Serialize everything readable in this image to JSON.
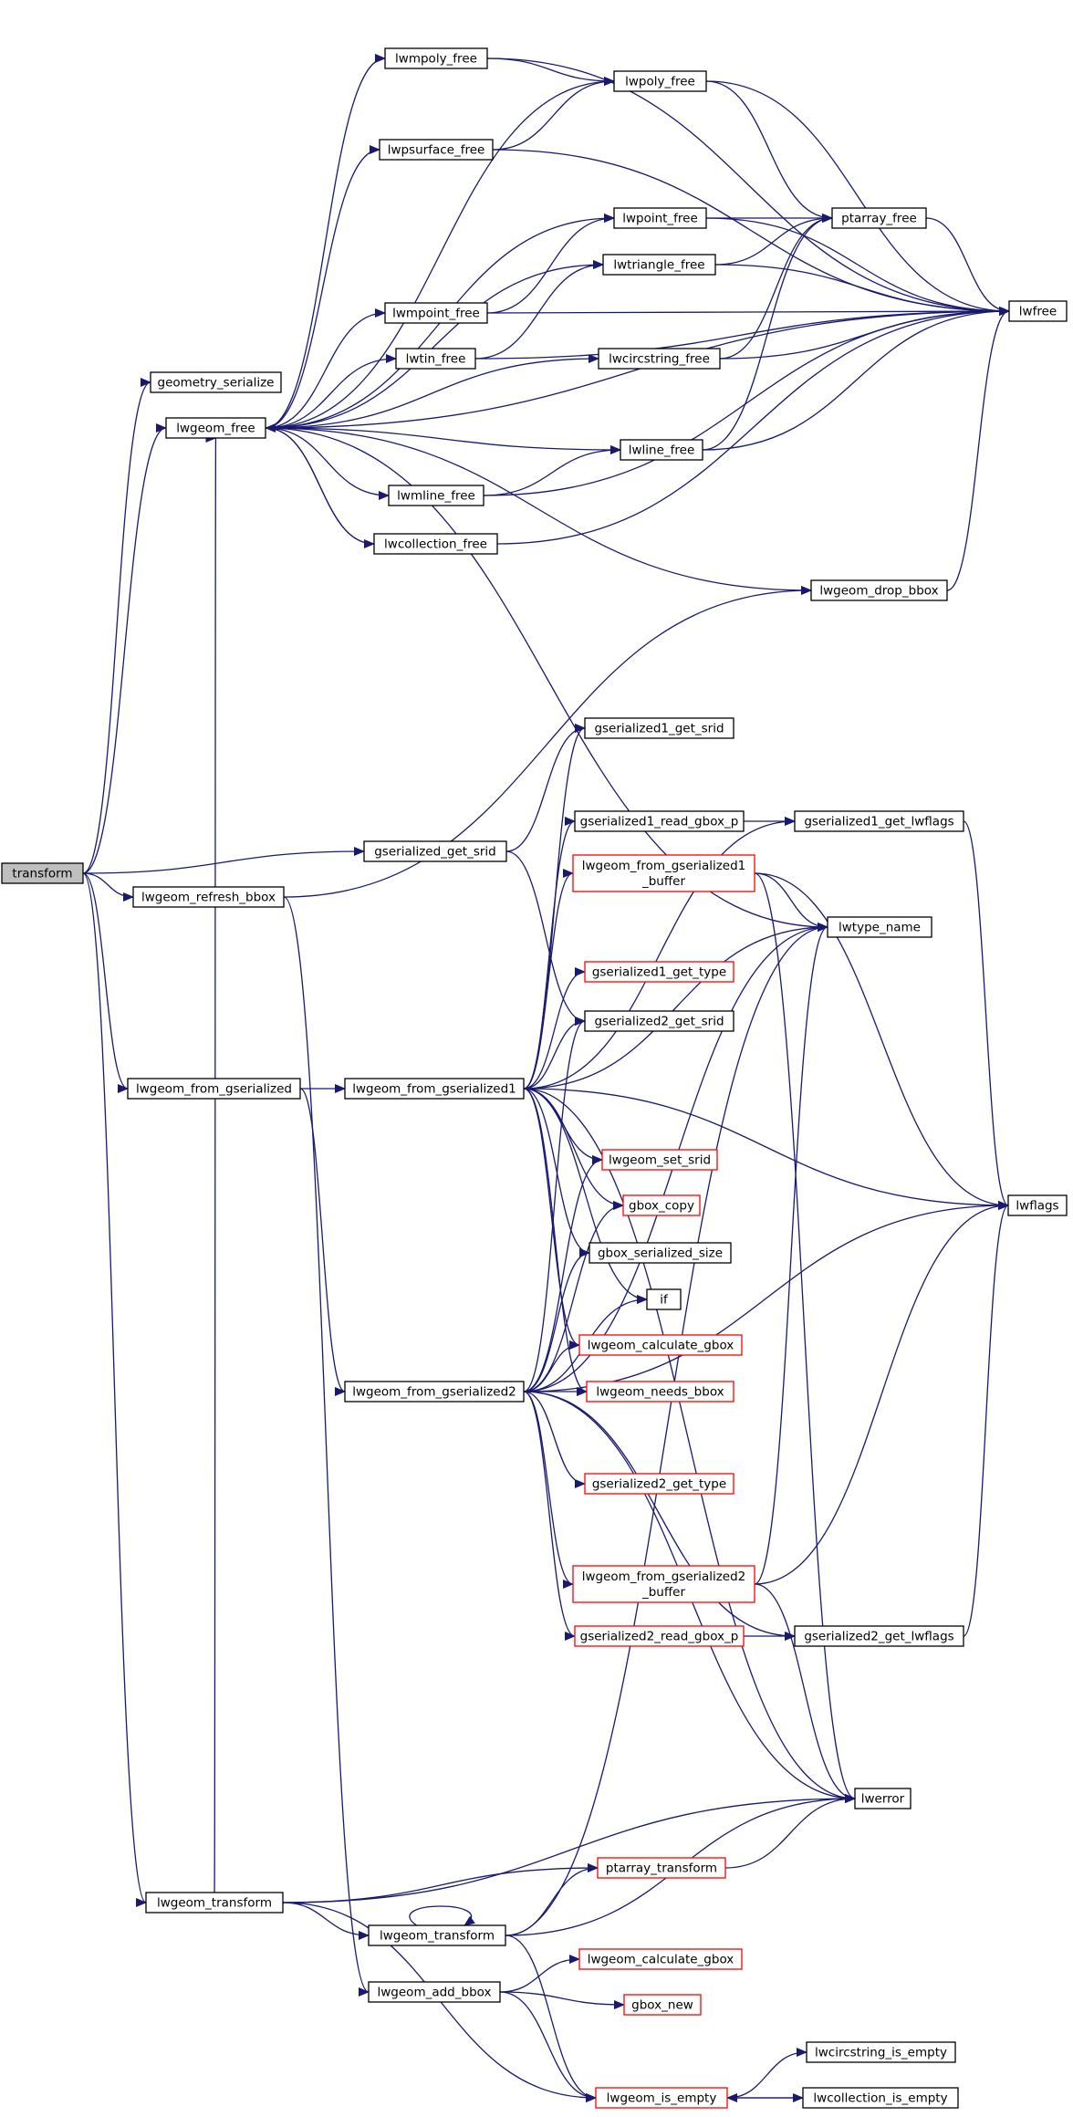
{
  "nodes": [
    {
      "id": "transform",
      "lines": [
        "transform"
      ],
      "fill": "#bfbfbf",
      "stroke": "#000000"
    },
    {
      "id": "geometry_serialize",
      "lines": [
        "geometry_serialize"
      ],
      "fill": "#ffffff",
      "stroke": "#000000"
    },
    {
      "id": "lwgeom_free",
      "lines": [
        "lwgeom_free"
      ],
      "fill": "#ffffff",
      "stroke": "#000000"
    },
    {
      "id": "lwmpoly_free",
      "lines": [
        "lwmpoly_free"
      ],
      "fill": "#ffffff",
      "stroke": "#000000"
    },
    {
      "id": "lwpoly_free",
      "lines": [
        "lwpoly_free"
      ],
      "fill": "#ffffff",
      "stroke": "#000000"
    },
    {
      "id": "lwpsurface_free",
      "lines": [
        "lwpsurface_free"
      ],
      "fill": "#ffffff",
      "stroke": "#000000"
    },
    {
      "id": "lwpoint_free",
      "lines": [
        "lwpoint_free"
      ],
      "fill": "#ffffff",
      "stroke": "#000000"
    },
    {
      "id": "ptarray_free",
      "lines": [
        "ptarray_free"
      ],
      "fill": "#ffffff",
      "stroke": "#000000"
    },
    {
      "id": "lwtriangle_free",
      "lines": [
        "lwtriangle_free"
      ],
      "fill": "#ffffff",
      "stroke": "#000000"
    },
    {
      "id": "lwmpoint_free",
      "lines": [
        "lwmpoint_free"
      ],
      "fill": "#ffffff",
      "stroke": "#000000"
    },
    {
      "id": "lwfree",
      "lines": [
        "lwfree"
      ],
      "fill": "#ffffff",
      "stroke": "#000000"
    },
    {
      "id": "lwtin_free",
      "lines": [
        "lwtin_free"
      ],
      "fill": "#ffffff",
      "stroke": "#000000"
    },
    {
      "id": "lwcircstring_free",
      "lines": [
        "lwcircstring_free"
      ],
      "fill": "#ffffff",
      "stroke": "#000000"
    },
    {
      "id": "lwline_free",
      "lines": [
        "lwline_free"
      ],
      "fill": "#ffffff",
      "stroke": "#000000"
    },
    {
      "id": "lwmline_free",
      "lines": [
        "lwmline_free"
      ],
      "fill": "#ffffff",
      "stroke": "#000000"
    },
    {
      "id": "lwcollection_free",
      "lines": [
        "lwcollection_free"
      ],
      "fill": "#ffffff",
      "stroke": "#000000"
    },
    {
      "id": "lwgeom_drop_bbox",
      "lines": [
        "lwgeom_drop_bbox"
      ],
      "fill": "#ffffff",
      "stroke": "#000000"
    },
    {
      "id": "gserialized1_get_srid",
      "lines": [
        "gserialized1_get_srid"
      ],
      "fill": "#ffffff",
      "stroke": "#000000"
    },
    {
      "id": "gserialized1_read_gbox_p",
      "lines": [
        "gserialized1_read_gbox_p"
      ],
      "fill": "#ffffff",
      "stroke": "#000000"
    },
    {
      "id": "gserialized1_get_lwflags",
      "lines": [
        "gserialized1_get_lwflags"
      ],
      "fill": "#ffffff",
      "stroke": "#000000"
    },
    {
      "id": "gserialized_get_srid",
      "lines": [
        "gserialized_get_srid"
      ],
      "fill": "#ffffff",
      "stroke": "#000000"
    },
    {
      "id": "lwgeom_refresh_bbox",
      "lines": [
        "lwgeom_refresh_bbox"
      ],
      "fill": "#ffffff",
      "stroke": "#000000"
    },
    {
      "id": "lwgeom_from_gserialized1_buffer",
      "lines": [
        "lwgeom_from_gserialized1",
        "_buffer"
      ],
      "fill": "#ffffff",
      "stroke": "#ff0000"
    },
    {
      "id": "lwtype_name",
      "lines": [
        "lwtype_name"
      ],
      "fill": "#ffffff",
      "stroke": "#000000"
    },
    {
      "id": "gserialized1_get_type",
      "lines": [
        "gserialized1_get_type"
      ],
      "fill": "#ffffff",
      "stroke": "#ff0000"
    },
    {
      "id": "gserialized2_get_srid",
      "lines": [
        "gserialized2_get_srid"
      ],
      "fill": "#ffffff",
      "stroke": "#000000"
    },
    {
      "id": "lwgeom_from_gserialized",
      "lines": [
        "lwgeom_from_gserialized"
      ],
      "fill": "#ffffff",
      "stroke": "#000000"
    },
    {
      "id": "lwgeom_from_gserialized1",
      "lines": [
        "lwgeom_from_gserialized1"
      ],
      "fill": "#ffffff",
      "stroke": "#000000"
    },
    {
      "id": "lwgeom_set_srid",
      "lines": [
        "lwgeom_set_srid"
      ],
      "fill": "#ffffff",
      "stroke": "#ff0000"
    },
    {
      "id": "lwflags",
      "lines": [
        "lwflags"
      ],
      "fill": "#ffffff",
      "stroke": "#000000"
    },
    {
      "id": "gbox_copy",
      "lines": [
        "gbox_copy"
      ],
      "fill": "#ffffff",
      "stroke": "#ff0000"
    },
    {
      "id": "gbox_serialized_size",
      "lines": [
        "gbox_serialized_size"
      ],
      "fill": "#ffffff",
      "stroke": "#000000"
    },
    {
      "id": "if",
      "lines": [
        "if"
      ],
      "fill": "#ffffff",
      "stroke": "#000000"
    },
    {
      "id": "lwgeom_calculate_gbox_a",
      "lines": [
        "lwgeom_calculate_gbox"
      ],
      "fill": "#ffffff",
      "stroke": "#ff0000"
    },
    {
      "id": "lwgeom_from_gserialized2",
      "lines": [
        "lwgeom_from_gserialized2"
      ],
      "fill": "#ffffff",
      "stroke": "#000000"
    },
    {
      "id": "lwgeom_needs_bbox",
      "lines": [
        "lwgeom_needs_bbox"
      ],
      "fill": "#ffffff",
      "stroke": "#ff0000"
    },
    {
      "id": "gserialized2_get_type",
      "lines": [
        "gserialized2_get_type"
      ],
      "fill": "#ffffff",
      "stroke": "#ff0000"
    },
    {
      "id": "lwgeom_from_gserialized2_buffer",
      "lines": [
        "lwgeom_from_gserialized2",
        "_buffer"
      ],
      "fill": "#ffffff",
      "stroke": "#ff0000"
    },
    {
      "id": "gserialized2_read_gbox_p",
      "lines": [
        "gserialized2_read_gbox_p"
      ],
      "fill": "#ffffff",
      "stroke": "#ff0000"
    },
    {
      "id": "gserialized2_get_lwflags",
      "lines": [
        "gserialized2_get_lwflags"
      ],
      "fill": "#ffffff",
      "stroke": "#000000"
    },
    {
      "id": "lwerror",
      "lines": [
        "lwerror"
      ],
      "fill": "#ffffff",
      "stroke": "#000000"
    },
    {
      "id": "ptarray_transform",
      "lines": [
        "ptarray_transform"
      ],
      "fill": "#ffffff",
      "stroke": "#ff0000"
    },
    {
      "id": "lwgeom_transform_outer",
      "lines": [
        "lwgeom_transform"
      ],
      "fill": "#ffffff",
      "stroke": "#000000"
    },
    {
      "id": "lwgeom_transform_inner",
      "lines": [
        "lwgeom_transform"
      ],
      "fill": "#ffffff",
      "stroke": "#000000"
    },
    {
      "id": "lwgeom_calculate_gbox_b",
      "lines": [
        "lwgeom_calculate_gbox"
      ],
      "fill": "#ffffff",
      "stroke": "#ff0000"
    },
    {
      "id": "lwgeom_add_bbox",
      "lines": [
        "lwgeom_add_bbox"
      ],
      "fill": "#ffffff",
      "stroke": "#000000"
    },
    {
      "id": "gbox_new",
      "lines": [
        "gbox_new"
      ],
      "fill": "#ffffff",
      "stroke": "#ff0000"
    },
    {
      "id": "lwcircstring_is_empty",
      "lines": [
        "lwcircstring_is_empty"
      ],
      "fill": "#ffffff",
      "stroke": "#000000"
    },
    {
      "id": "lwgeom_is_empty",
      "lines": [
        "lwgeom_is_empty"
      ],
      "fill": "#ffffff",
      "stroke": "#ff0000"
    },
    {
      "id": "lwcollection_is_empty",
      "lines": [
        "lwcollection_is_empty"
      ],
      "fill": "#ffffff",
      "stroke": "#000000"
    }
  ],
  "edges": [
    [
      "transform",
      "geometry_serialize"
    ],
    [
      "transform",
      "lwgeom_free"
    ],
    [
      "transform",
      "gserialized_get_srid"
    ],
    [
      "transform",
      "lwgeom_refresh_bbox"
    ],
    [
      "transform",
      "lwgeom_from_gserialized"
    ],
    [
      "transform",
      "lwgeom_transform_outer"
    ],
    [
      "lwgeom_free",
      "lwmpoly_free"
    ],
    [
      "lwgeom_free",
      "lwpoly_free"
    ],
    [
      "lwgeom_free",
      "lwpsurface_free"
    ],
    [
      "lwgeom_free",
      "lwpoint_free"
    ],
    [
      "lwgeom_free",
      "lwtriangle_free"
    ],
    [
      "lwgeom_free",
      "lwmpoint_free"
    ],
    [
      "lwgeom_free",
      "lwtin_free"
    ],
    [
      "lwgeom_free",
      "lwcircstring_free"
    ],
    [
      "lwgeom_free",
      "lwline_free"
    ],
    [
      "lwgeom_free",
      "lwmline_free"
    ],
    [
      "lwgeom_free",
      "lwcollection_free"
    ],
    [
      "lwgeom_free",
      "lwgeom_drop_bbox"
    ],
    [
      "lwgeom_free",
      "lwfree"
    ],
    [
      "lwgeom_free",
      "lwtype_name"
    ],
    [
      "lwmpoly_free",
      "lwpoly_free"
    ],
    [
      "lwmpoly_free",
      "lwfree"
    ],
    [
      "lwpoly_free",
      "ptarray_free"
    ],
    [
      "lwpoly_free",
      "lwfree"
    ],
    [
      "lwpsurface_free",
      "lwpoly_free"
    ],
    [
      "lwpsurface_free",
      "lwfree"
    ],
    [
      "lwpoint_free",
      "ptarray_free"
    ],
    [
      "lwpoint_free",
      "lwfree"
    ],
    [
      "lwtriangle_free",
      "ptarray_free"
    ],
    [
      "lwtriangle_free",
      "lwfree"
    ],
    [
      "lwmpoint_free",
      "lwpoint_free"
    ],
    [
      "lwmpoint_free",
      "lwfree"
    ],
    [
      "lwtin_free",
      "lwtriangle_free"
    ],
    [
      "lwtin_free",
      "lwfree"
    ],
    [
      "lwcircstring_free",
      "ptarray_free"
    ],
    [
      "lwcircstring_free",
      "lwfree"
    ],
    [
      "lwline_free",
      "ptarray_free"
    ],
    [
      "lwline_free",
      "lwfree"
    ],
    [
      "lwmline_free",
      "lwline_free"
    ],
    [
      "lwmline_free",
      "lwfree"
    ],
    [
      "lwcollection_free",
      "lwgeom_free"
    ],
    [
      "lwcollection_free",
      "lwfree"
    ],
    [
      "lwgeom_drop_bbox",
      "lwfree"
    ],
    [
      "ptarray_free",
      "lwfree"
    ],
    [
      "lwgeom_refresh_bbox",
      "lwgeom_drop_bbox"
    ],
    [
      "lwgeom_refresh_bbox",
      "lwgeom_add_bbox"
    ],
    [
      "gserialized_get_srid",
      "gserialized1_get_srid"
    ],
    [
      "gserialized_get_srid",
      "gserialized2_get_srid"
    ],
    [
      "gserialized1_read_gbox_p",
      "gserialized1_get_lwflags"
    ],
    [
      "gserialized1_get_lwflags",
      "lwflags"
    ],
    [
      "lwgeom_from_gserialized",
      "lwgeom_from_gserialized1"
    ],
    [
      "lwgeom_from_gserialized",
      "lwgeom_from_gserialized2"
    ],
    [
      "lwgeom_from_gserialized1",
      "gserialized1_get_srid"
    ],
    [
      "lwgeom_from_gserialized1",
      "gserialized1_read_gbox_p"
    ],
    [
      "lwgeom_from_gserialized1",
      "gserialized1_get_lwflags"
    ],
    [
      "lwgeom_from_gserialized1",
      "lwgeom_from_gserialized1_buffer"
    ],
    [
      "lwgeom_from_gserialized1",
      "lwtype_name"
    ],
    [
      "lwgeom_from_gserialized1",
      "gserialized1_get_type"
    ],
    [
      "lwgeom_from_gserialized1",
      "gserialized2_get_srid"
    ],
    [
      "lwgeom_from_gserialized1",
      "lwgeom_set_srid"
    ],
    [
      "lwgeom_from_gserialized1",
      "gbox_copy"
    ],
    [
      "lwgeom_from_gserialized1",
      "gbox_serialized_size"
    ],
    [
      "lwgeom_from_gserialized1",
      "if"
    ],
    [
      "lwgeom_from_gserialized1",
      "lwgeom_calculate_gbox_a"
    ],
    [
      "lwgeom_from_gserialized1",
      "lwgeom_needs_bbox"
    ],
    [
      "lwgeom_from_gserialized1",
      "lwflags"
    ],
    [
      "lwgeom_from_gserialized1",
      "lwerror"
    ],
    [
      "lwgeom_from_gserialized1_buffer",
      "lwtype_name"
    ],
    [
      "lwgeom_from_gserialized1_buffer",
      "lwflags"
    ],
    [
      "lwgeom_from_gserialized1_buffer",
      "lwerror"
    ],
    [
      "lwgeom_from_gserialized2",
      "gserialized2_get_srid"
    ],
    [
      "lwgeom_from_gserialized2",
      "lwgeom_set_srid"
    ],
    [
      "lwgeom_from_gserialized2",
      "gbox_copy"
    ],
    [
      "lwgeom_from_gserialized2",
      "gbox_serialized_size"
    ],
    [
      "lwgeom_from_gserialized2",
      "if"
    ],
    [
      "lwgeom_from_gserialized2",
      "lwgeom_calculate_gbox_a"
    ],
    [
      "lwgeom_from_gserialized2",
      "lwgeom_needs_bbox"
    ],
    [
      "lwgeom_from_gserialized2",
      "gserialized2_get_type"
    ],
    [
      "lwgeom_from_gserialized2",
      "lwgeom_from_gserialized2_buffer"
    ],
    [
      "lwgeom_from_gserialized2",
      "gserialized2_read_gbox_p"
    ],
    [
      "lwgeom_from_gserialized2",
      "gserialized2_get_lwflags"
    ],
    [
      "lwgeom_from_gserialized2",
      "lwtype_name"
    ],
    [
      "lwgeom_from_gserialized2",
      "lwflags"
    ],
    [
      "lwgeom_from_gserialized2",
      "lwerror"
    ],
    [
      "lwgeom_from_gserialized2_buffer",
      "lwtype_name"
    ],
    [
      "lwgeom_from_gserialized2_buffer",
      "lwflags"
    ],
    [
      "lwgeom_from_gserialized2_buffer",
      "lwerror"
    ],
    [
      "gserialized2_read_gbox_p",
      "gserialized2_get_lwflags"
    ],
    [
      "gserialized2_get_lwflags",
      "lwflags"
    ],
    [
      "lwgeom_transform_outer",
      "ptarray_transform"
    ],
    [
      "lwgeom_transform_outer",
      "lwgeom_transform_inner"
    ],
    [
      "lwgeom_transform_outer",
      "lwerror"
    ],
    [
      "lwgeom_transform_outer",
      "lwgeom_is_empty"
    ],
    [
      "lwgeom_transform_outer",
      "lwgeom_free"
    ],
    [
      "lwgeom_transform_inner",
      "lwgeom_transform_inner"
    ],
    [
      "lwgeom_transform_inner",
      "ptarray_transform"
    ],
    [
      "lwgeom_transform_inner",
      "lwerror"
    ],
    [
      "lwgeom_transform_inner",
      "lwtype_name"
    ],
    [
      "lwgeom_transform_inner",
      "lwgeom_is_empty"
    ],
    [
      "ptarray_transform",
      "lwerror"
    ],
    [
      "lwgeom_add_bbox",
      "lwgeom_calculate_gbox_b"
    ],
    [
      "lwgeom_add_bbox",
      "gbox_new"
    ],
    [
      "lwgeom_add_bbox",
      "lwgeom_is_empty"
    ],
    [
      "lwgeom_is_empty",
      "lwcircstring_is_empty"
    ],
    [
      "lwgeom_is_empty",
      "lwcollection_is_empty"
    ],
    [
      "lwcollection_is_empty",
      "lwgeom_is_empty"
    ]
  ],
  "colors": {
    "edge": "#191970",
    "node_border": "#000000",
    "red_border": "#ff0000",
    "root_fill": "#bfbfbf",
    "background": "#ffffff"
  }
}
